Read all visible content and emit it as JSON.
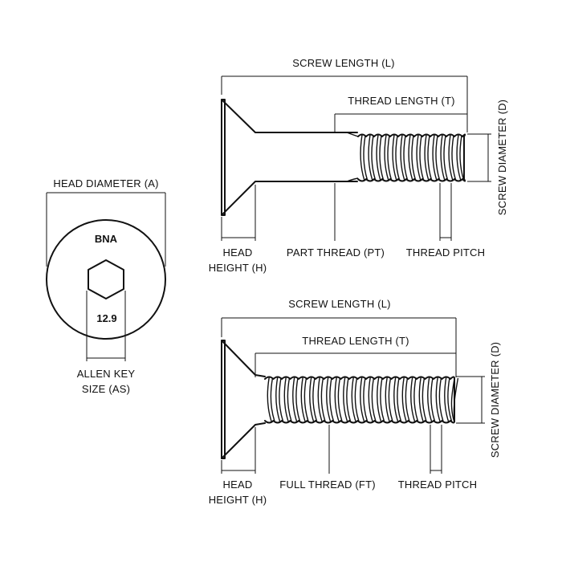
{
  "head_view": {
    "head_diameter_label": "HEAD DIAMETER (A)",
    "brand_marking": "BNA",
    "grade_marking": "12.9",
    "allen_key_label_line1": "ALLEN KEY",
    "allen_key_label_line2": "SIZE (AS)"
  },
  "partial_thread_screw": {
    "screw_length_label": "SCREW LENGTH (L)",
    "thread_length_label": "THREAD LENGTH (T)",
    "screw_diameter_label": "SCREW DIAMETER (D)",
    "head_height_line1": "HEAD",
    "head_height_line2": "HEIGHT (H)",
    "part_thread_label": "PART THREAD (PT)",
    "thread_pitch_label": "THREAD PITCH"
  },
  "full_thread_screw": {
    "screw_length_label": "SCREW LENGTH (L)",
    "thread_length_label": "THREAD LENGTH (T)",
    "screw_diameter_label": "SCREW DIAMETER (D)",
    "head_height_line1": "HEAD",
    "head_height_line2": "HEIGHT (H)",
    "full_thread_label": "FULL THREAD (FT)",
    "thread_pitch_label": "THREAD PITCH"
  }
}
